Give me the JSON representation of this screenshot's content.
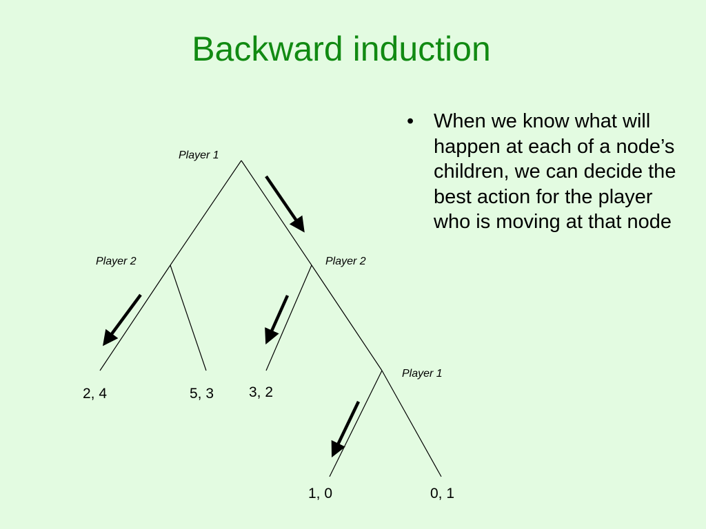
{
  "slide": {
    "title": "Backward induction",
    "bullet_marker": "•",
    "bullet_text": "When we know what will happen at each of a node’s children, we can decide the best action for the player who is moving at that node"
  },
  "tree": {
    "root_label": "Player 1",
    "left_node_label": "Player 2",
    "right_node_label": "Player 2",
    "lower_node_label": "Player 1",
    "payoffs": [
      "2, 4",
      "5, 3",
      "3, 2",
      "1, 0",
      "0, 1"
    ]
  },
  "colors": {
    "background": "#e3fbe1",
    "title": "#118a12",
    "lines": "#000000"
  }
}
